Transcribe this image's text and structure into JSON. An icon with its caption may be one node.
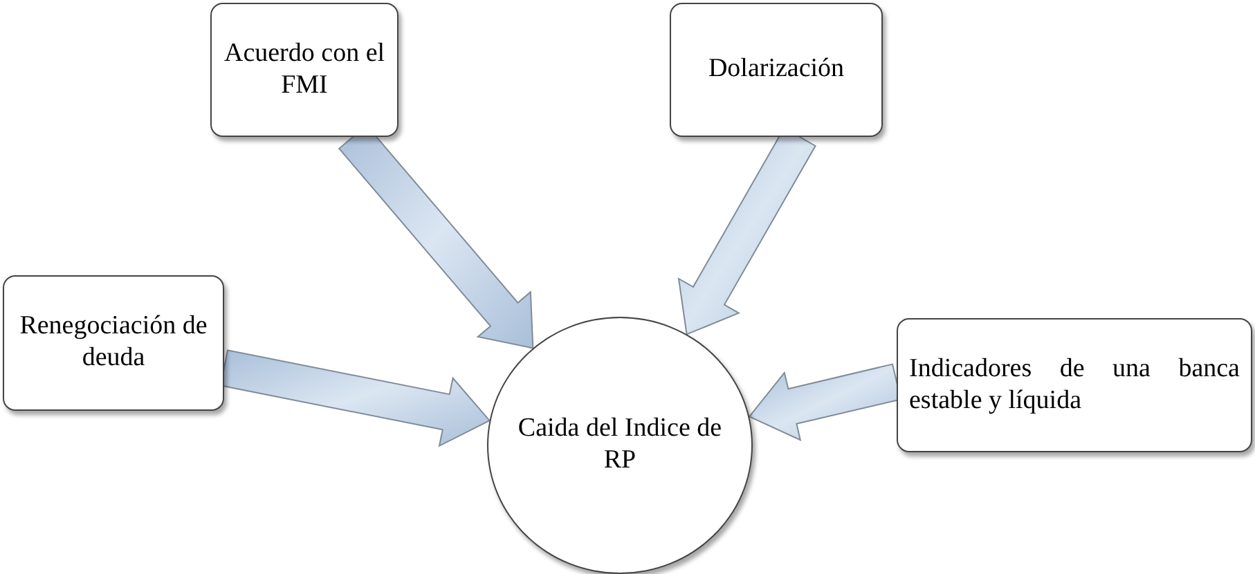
{
  "diagram": {
    "nodes": [
      {
        "text": [
          "Acuerdo con el FMI"
        ]
      },
      {
        "text": [
          "Dolarización"
        ]
      },
      {
        "text": [
          "Renegociación de deuda"
        ]
      },
      {
        "text": [
          "Caida del Indice de RP"
        ]
      },
      {
        "text": [
          "Indicadores de una banca estable y líquida"
        ]
      }
    ],
    "edges": [
      {
        "from": 0,
        "to": 3,
        "arrow": "to"
      },
      {
        "from": 1,
        "to": 3,
        "arrow": "to"
      },
      {
        "from": 2,
        "to": 3,
        "arrow": "to"
      },
      {
        "from": 4,
        "to": 3,
        "arrow": "to"
      }
    ]
  }
}
